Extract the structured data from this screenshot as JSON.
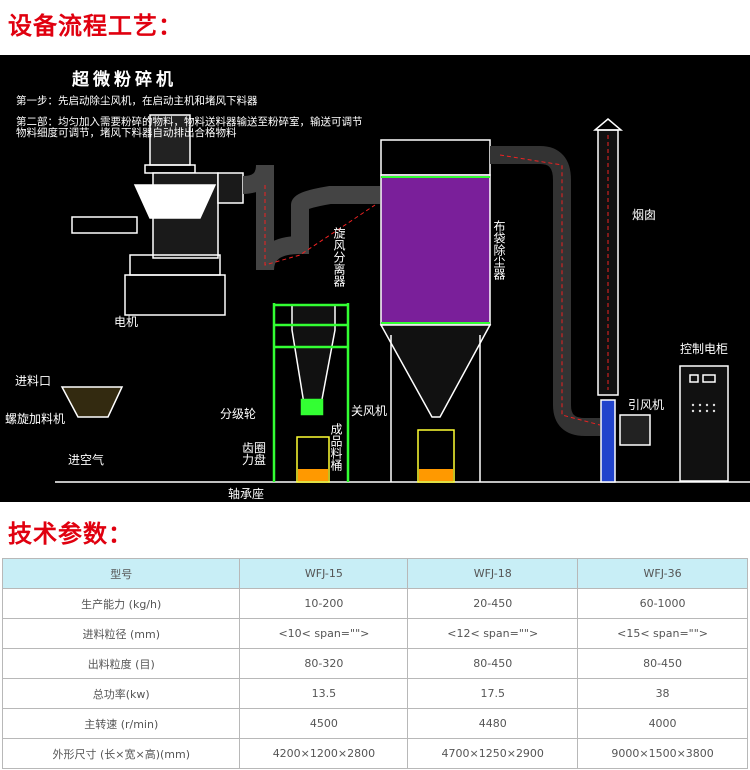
{
  "sections": {
    "process": "设备流程工艺：",
    "params": "技术参数："
  },
  "diagram": {
    "title": "超微粉碎机",
    "step1": "第一步：先启动除尘风机，在启动主机和堵风下料器",
    "step2_line1": "第二部：均匀加入需要粉碎的物料，物料送料器输送至粉碎室，输送可调节",
    "step2_line2": "物料细度可调节，堵风下料器自动排出合格物料",
    "labels": {
      "motor": "电机",
      "inlet": "进料口",
      "screw_feeder": "螺旋加料机",
      "air_in": "进空气",
      "classifier": "分级轮",
      "gear_ring": "齿圈",
      "disc": "力盘",
      "bearing": "轴承座",
      "cyclone": "旋风分离器",
      "product_bin": "成品料桶",
      "airlock": "关风机",
      "bag_filter": "布袋除尘器",
      "chimney": "烟囱",
      "control_cabinet": "控制电柜",
      "fan": "引风机"
    }
  },
  "specs": {
    "header": [
      "型号",
      "WFJ-15",
      "WFJ-18",
      "WFJ-36"
    ],
    "rows": [
      [
        "生产能力 (kg/h)",
        "10-200",
        "20-450",
        "60-1000"
      ],
      [
        "进料粒径 (mm)",
        "<10< span=\"\">",
        "<12< span=\"\">",
        "<15< span=\"\">"
      ],
      [
        "出料粒度 (目)",
        "80-320",
        "80-450",
        "80-450"
      ],
      [
        "总功率(kw)",
        "13.5",
        "17.5",
        "38"
      ],
      [
        "主转速 (r/min)",
        "4500",
        "4480",
        "4000"
      ],
      [
        "外形尺寸 (长×宽×高)(mm)",
        "4200×1200×2800",
        "4700×1250×2900",
        "9000×1500×3800"
      ]
    ]
  }
}
